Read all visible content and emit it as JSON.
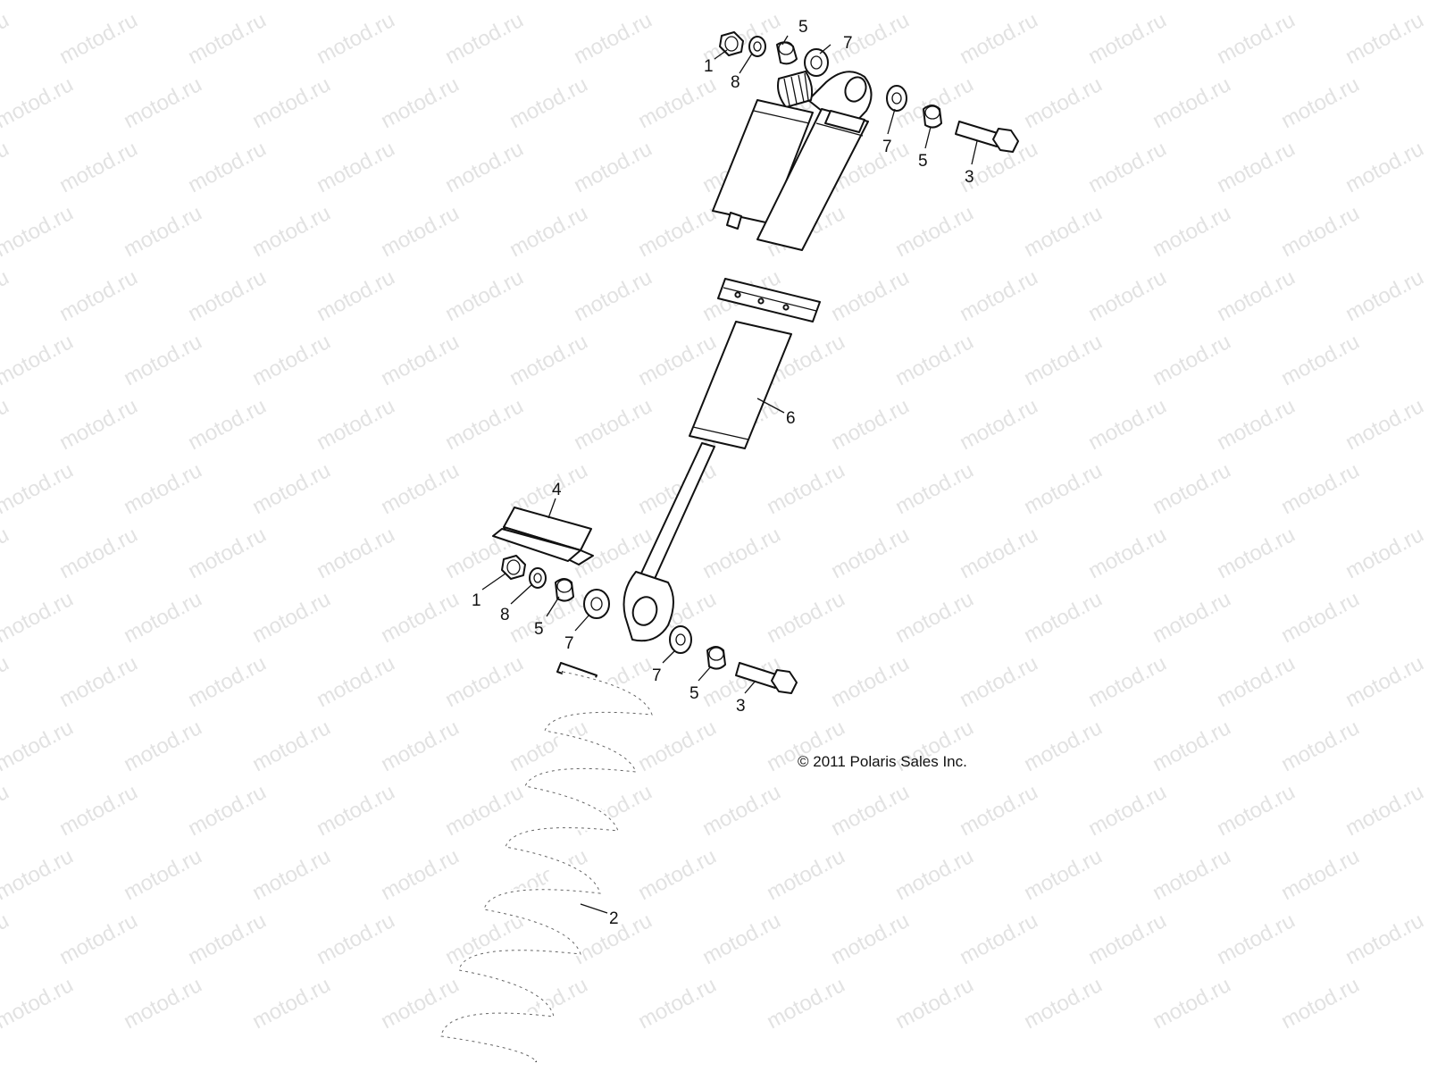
{
  "watermark": {
    "text": "motod.ru"
  },
  "copyright": "© 2011 Polaris Sales Inc.",
  "callouts": [
    {
      "id": "c-1-top",
      "number": "1"
    },
    {
      "id": "c-8-top",
      "number": "8"
    },
    {
      "id": "c-5-top",
      "number": "5"
    },
    {
      "id": "c-7-top",
      "number": "7"
    },
    {
      "id": "c-7-right",
      "number": "7"
    },
    {
      "id": "c-5-right",
      "number": "5"
    },
    {
      "id": "c-3-top",
      "number": "3"
    },
    {
      "id": "c-6",
      "number": "6"
    },
    {
      "id": "c-4",
      "number": "4"
    },
    {
      "id": "c-1-bottom",
      "number": "1"
    },
    {
      "id": "c-8-bottom",
      "number": "8"
    },
    {
      "id": "c-5-bottom",
      "number": "5"
    },
    {
      "id": "c-7-bottom-left",
      "number": "7"
    },
    {
      "id": "c-7-bottom-right",
      "number": "7"
    },
    {
      "id": "c-5-bottom-right",
      "number": "5"
    },
    {
      "id": "c-3-bottom",
      "number": "3"
    },
    {
      "id": "c-2",
      "number": "2"
    }
  ]
}
